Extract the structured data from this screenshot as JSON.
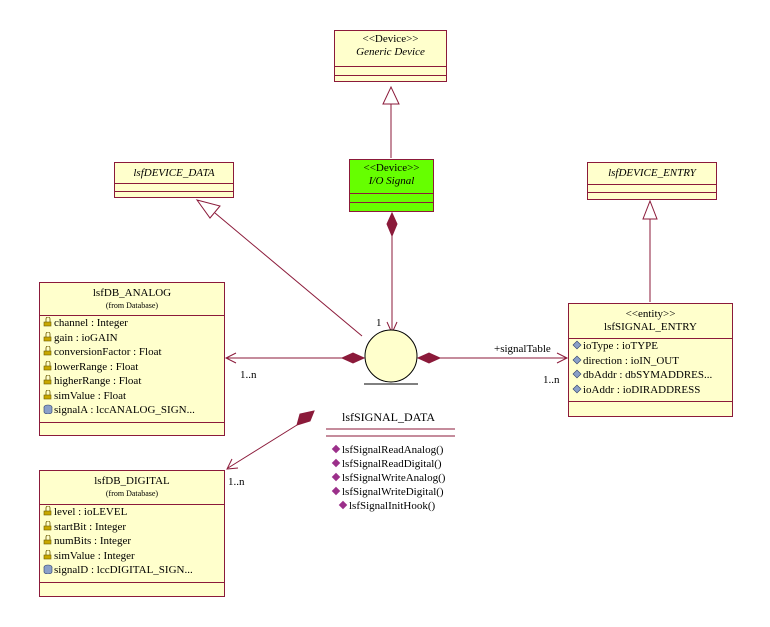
{
  "colors": {
    "line": "#8b1a3a",
    "class_fill": "#ffffcc",
    "highlight_fill": "#66ff00"
  },
  "generic_device": {
    "stereotype": "<<Device>>",
    "name": "Generic Device"
  },
  "io_signal": {
    "stereotype": "<<Device>>",
    "name": "I/O Signal"
  },
  "lsf_device_data": {
    "name": "lsfDEVICE_DATA"
  },
  "lsf_device_entry": {
    "name": "lsfDEVICE_ENTRY"
  },
  "lsfdb_analog": {
    "name": "lsfDB_ANALOG",
    "source": "(from Database)",
    "attributes": [
      "channel : Integer",
      "gain : ioGAIN",
      "conversionFactor : Float",
      "lowerRange : Float",
      "higherRange : Float",
      "simValue : Float",
      "signalA : lccANALOG_SIGN..."
    ]
  },
  "lsfdb_digital": {
    "name": "lsfDB_DIGITAL",
    "source": "(from Database)",
    "attributes": [
      "level : ioLEVEL",
      "startBit : Integer",
      "numBits : Integer",
      "simValue : Integer",
      "signalD : lccDIGITAL_SIGN..."
    ]
  },
  "lsf_signal_entry": {
    "stereotype": "<<entity>>",
    "name": "lsfSIGNAL_ENTRY",
    "attributes": [
      "ioType : ioTYPE",
      "direction : ioIN_OUT",
      "dbAddr : dbSYMADDRES...",
      "ioAddr : ioDIRADDRESS"
    ]
  },
  "lsf_signal_data": {
    "name": "lsfSIGNAL_DATA",
    "operations": [
      "lsfSignalReadAnalog()",
      "lsfSignalReadDigital()",
      "lsfSignalWriteAnalog()",
      "lsfSignalWriteDigital()",
      "lsfSignalInitHook()"
    ]
  },
  "multiplicity": {
    "io_signal": "1",
    "analog": "1..n",
    "digital": "1..n",
    "entry": "1..n"
  },
  "role": {
    "signal_table": "+signalTable"
  }
}
